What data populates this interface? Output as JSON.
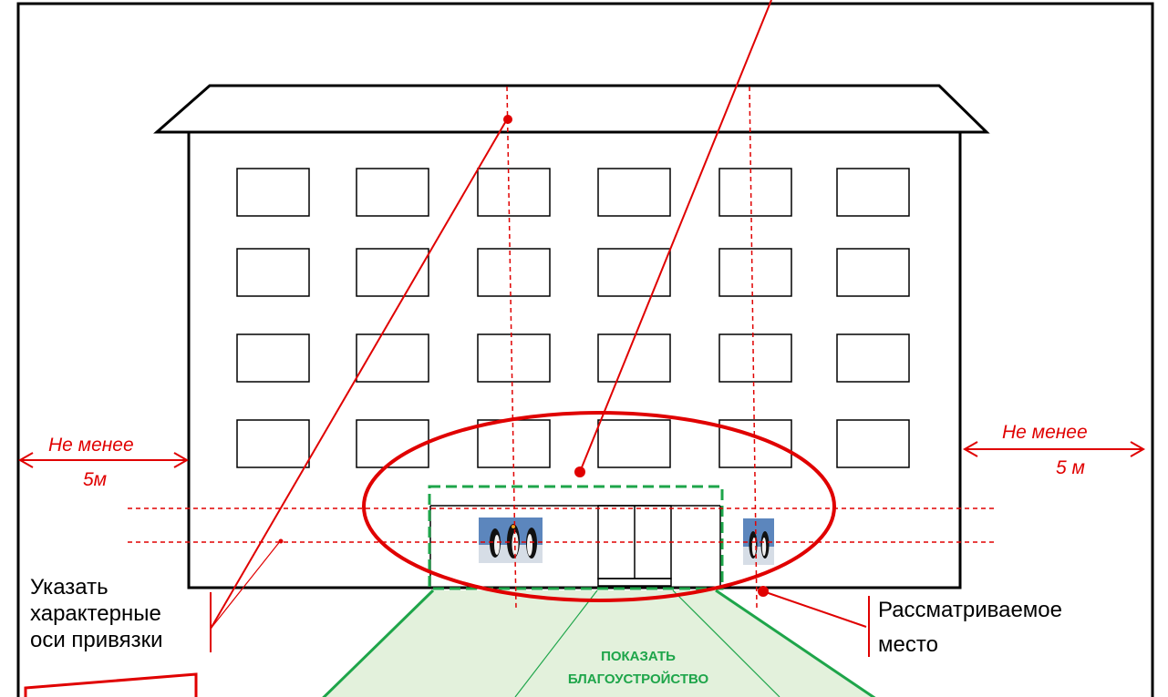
{
  "labels": {
    "left_distance_line1": "Не менее",
    "left_distance_line2": "5м",
    "right_distance_line1": "Не менее",
    "right_distance_line2": "5 м",
    "axes_line1": "Указать",
    "axes_line2": "характерные",
    "axes_line3": "оси привязки",
    "place_line1": "Рассматриваемое",
    "place_line2": "место",
    "landscaping_line1": "ПОКАЗАТЬ",
    "landscaping_line2": "БЛАГОУСТРОЙСТВО"
  },
  "colors": {
    "annotation_red": "#e00000",
    "landscaping_green": "#1ea54a",
    "landscaping_fill": "#e3f1dc",
    "outline": "#000000"
  },
  "icons": {
    "banner_left": "penguins-image",
    "banner_right": "penguins-image"
  }
}
